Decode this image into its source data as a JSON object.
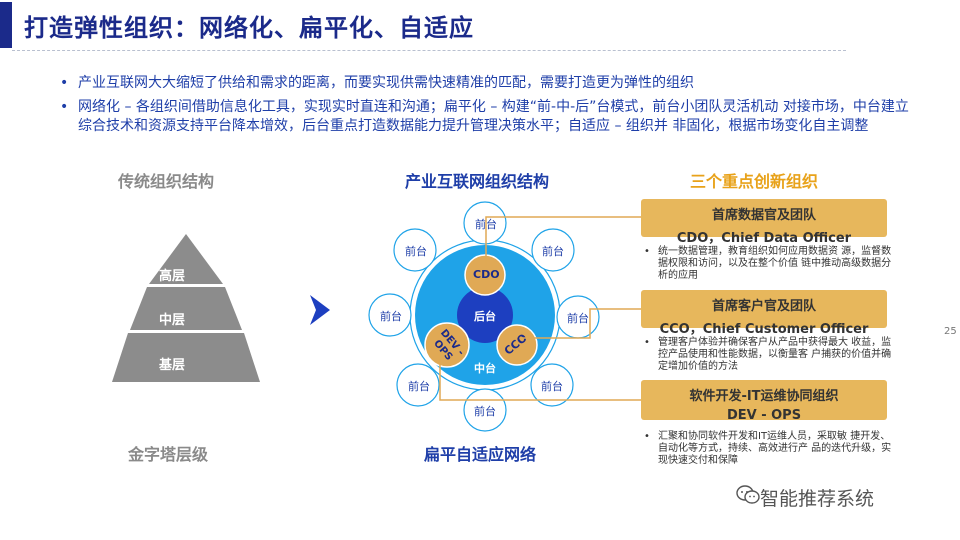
{
  "title": "打造弹性组织：网络化、扁平化、自适应",
  "bullets": [
    "产业互联网大大缩短了供给和需求的距离，而要实现供需快速精准的匹配，需要打造更为弹性的组织",
    "网络化 – 各组织间借助信息化工具，实现实时直连和沟通；扁平化 – 构建“前-中-后”台模式，前台小团队灵活机动 对接市场，中台建立综合技术和资源支持平台降本增效，后台重点打造数据能力提升管理决策水平；自适应 – 组织并 非固化，根据市场变化自主调整"
  ],
  "bullet_marker": "•",
  "left_panel": {
    "heading": "传统组织结构",
    "levels": [
      "高层",
      "中层",
      "基层"
    ],
    "caption": "金字塔层级"
  },
  "center_panel": {
    "heading": "产业互联网组织结构",
    "front_nodes": [
      "前台",
      "前台",
      "前台",
      "前台",
      "前台",
      "前台",
      "前台",
      "前台"
    ],
    "backend_label": "后台",
    "middle_label": "中台",
    "teams": [
      "CDO",
      "DEV - OPS",
      "CCO"
    ],
    "caption": "扁平自适应网络"
  },
  "right_panel": {
    "heading": "三个重点创新组织",
    "cards": [
      {
        "title": "首席数据官及团队",
        "subtitle": "CDO，Chief Data Officer",
        "desc": "统一数据管理，教育组织如何应用数据资 源，监督数据权限和访问，以及在整个价值 链中推动高级数据分析的应用"
      },
      {
        "title": "首席客户官及团队",
        "subtitle": "CCO，Chief Customer Officer",
        "desc": "管理客户体验并确保客户从产品中获得最大 收益，监控产品使用和性能数据，以衡量客 户捕获的价值并确定增加价值的方法"
      },
      {
        "title": "软件开发-IT运维协同组织",
        "subtitle": "DEV - OPS",
        "desc": "汇聚和协同软件开发和IT运维人员，采取敏 捷开发、自动化等方式，持续、高效进行产 品的迭代升级，实现快速交付和保障"
      }
    ]
  },
  "page_number": "25",
  "watermark": "智能推荐系统",
  "colors": {
    "title_blue": "#1b2a8a",
    "text_blue": "#1e3ea8",
    "pyramid_gray": "#8c8c8c",
    "circle_cyan": "#1fa3e8",
    "core_blue": "#1d3fc0",
    "orange": "#e7b75c"
  }
}
